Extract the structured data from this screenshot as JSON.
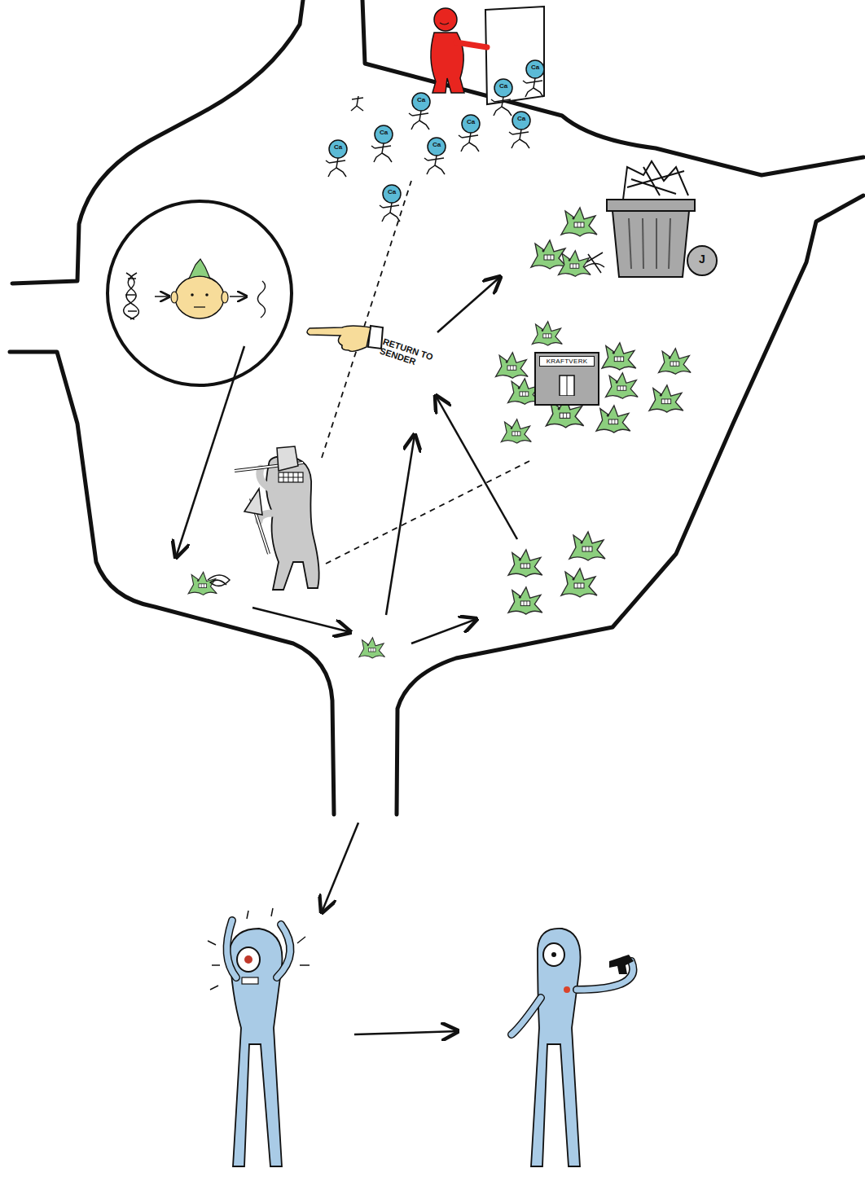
{
  "diagram": {
    "nodes": [
      {
        "text": [
          "KRAFTVERK"
        ]
      }
    ],
    "labels": [
      "RETURN TO SENDER",
      "Ca",
      "Ca",
      "Ca",
      "Ca",
      "Ca",
      "Ca",
      "Ca",
      "Ca",
      "Ca",
      "J"
    ]
  }
}
